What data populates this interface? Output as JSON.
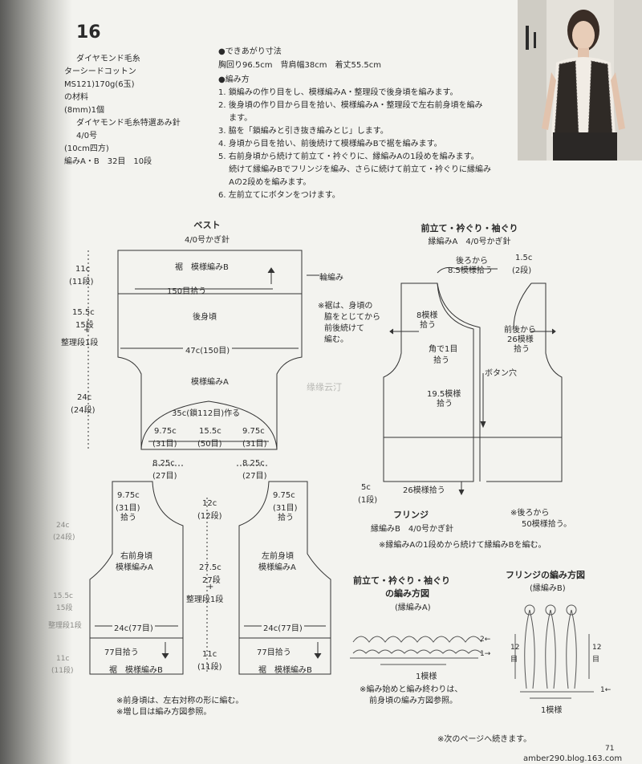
{
  "header": {
    "page_ref": "16",
    "materials": [
      "ダイヤモンド毛糸",
      "ターシードコットン",
      "MS121)170g(6玉)",
      "の材料",
      "(8mm)1個",
      "ダイヤモンド毛糸特選あみ針",
      "4/0号",
      "(10cm四方)",
      "編みA・B　32目　10段"
    ]
  },
  "instructions": {
    "size_title": "●できあがり寸法",
    "size_values": "胸回り96.5cm　背肩幅38cm　着丈55.5cm",
    "method_title": "●編み方",
    "steps": [
      "1. 鎖編みの作り目をし、模様編みA・整理段で後身頃を編みます。",
      "2. 後身頃の作り目から目を拾い、模様編みA・整理段で左右前身頃を編み",
      "　 ます。",
      "3. 脇を「鎖編みと引き抜き編みとじ」します。",
      "4. 身頃から目を拾い、前後続けて模様編みBで裾を編みます。",
      "5. 右前身頃から続けて前立て・衿ぐりに、縁編みAの1段めを編みます。",
      "　 続けて縁編みBでフリンジを編み、さらに続けて前立て・衿ぐりに縁編み",
      "　 Aの2段めを編みます。",
      "6. 左前立てにボタンをつけます。"
    ]
  },
  "vest": {
    "title": "ベスト",
    "hook": "4/0号かぎ針",
    "hem_label": "裾　模様編みB",
    "edging": "輪編み",
    "pickup_150": "150目拾う",
    "back_label": "後身頃",
    "width_47": "47c(150目)",
    "pattern_a": "模様編みA",
    "chain": "35c(鎖112目)作る",
    "w975_l": "9.75c",
    "w975_l2": "(31目)",
    "w155": "15.5c",
    "w155b": "(50目)",
    "w975_r": "9.75c",
    "w975_r2": "(31目)",
    "w825_l": "8.25c",
    "w825_l2": "(27目)",
    "w825_r": "8.25c",
    "w825_r2": "(27目)",
    "note_hem": [
      "※裾は、身頃の",
      "脇をとじてから",
      "前後続けて",
      "編む。"
    ],
    "left_dims": [
      "11c",
      "(11段)",
      "15.5c",
      "15段",
      "+",
      "整理段1段",
      "24c",
      "(24段)"
    ],
    "pick975_l": [
      "9.75c",
      "(31目)",
      "拾う"
    ],
    "pick975_r": [
      "9.75c",
      "(31目)",
      "拾う"
    ],
    "mid_dims": [
      "12c",
      "(12段)",
      "27.5c",
      "27段",
      "+",
      "整理段1段",
      "11c",
      "(11段)"
    ],
    "right_front": [
      "右前身頃",
      "模様編みA"
    ],
    "left_front": [
      "左前身頃",
      "模様編みA"
    ],
    "w24_l": "24c(77目)",
    "w24_r": "24c(77目)",
    "pick77_l": "77目拾う",
    "pick77_r": "77目拾う",
    "hem_l": "裾　模様編みB",
    "hem_r": "裾　模様編みB",
    "faded_left": [
      "24c",
      "(24段)",
      "15.5c",
      "15段",
      "整理段1段",
      "11c",
      "(11段)"
    ],
    "notes": [
      "※前身頃は、左右対称の形に編む。",
      "※増し目は編み方図参照。"
    ]
  },
  "front_band": {
    "title": "前立て・衿ぐり・袖ぐり",
    "sub": "縁編みA　4/0号かぎ針",
    "back_pick": [
      "後ろから",
      "8.5模様拾う"
    ],
    "right_dim": [
      "1.5c",
      "(2段)"
    ],
    "pick8": [
      "8模様",
      "拾う"
    ],
    "corner": [
      "角で1目",
      "拾う"
    ],
    "armhole": [
      "前後から",
      "26模様",
      "拾う"
    ],
    "button": "ボタン穴",
    "pick195": [
      "19.5模様",
      "拾う"
    ],
    "bottom_dim": [
      "5c",
      "(1段)"
    ],
    "pick26": "26模様拾う",
    "back50": [
      "※後ろから",
      "50模様拾う。"
    ]
  },
  "fringe": {
    "title": "フリンジ",
    "sub": "縁編みB　4/0号かぎ針",
    "note": "※縁編みAの1段めから続けて縁編みBを編む。"
  },
  "chart_a": {
    "title": [
      "前立て・衿ぐり・袖ぐり",
      "の編み方図"
    ],
    "sub": "(縁編みA)",
    "row2": "2←",
    "row1": "1→",
    "repeat": "1模様",
    "notes": [
      "※編み始めと編み終わりは、",
      "前身頃の編み方図参照。"
    ]
  },
  "chart_b": {
    "title": "フリンジの編み方図",
    "sub": "(縁編みB)",
    "left": [
      "12",
      "目"
    ],
    "right": [
      "12",
      "目"
    ],
    "row1": "1←",
    "repeat": "1模様"
  },
  "watermark": "缘缘云汀",
  "footer": {
    "continue": "※次のページへ続きます。",
    "page_no": "71",
    "site": "amber290.blog.163.com"
  },
  "colors": {
    "ink": "#2a2a2a",
    "paper": "#f3f3ef",
    "spine": "#6a6a66"
  }
}
